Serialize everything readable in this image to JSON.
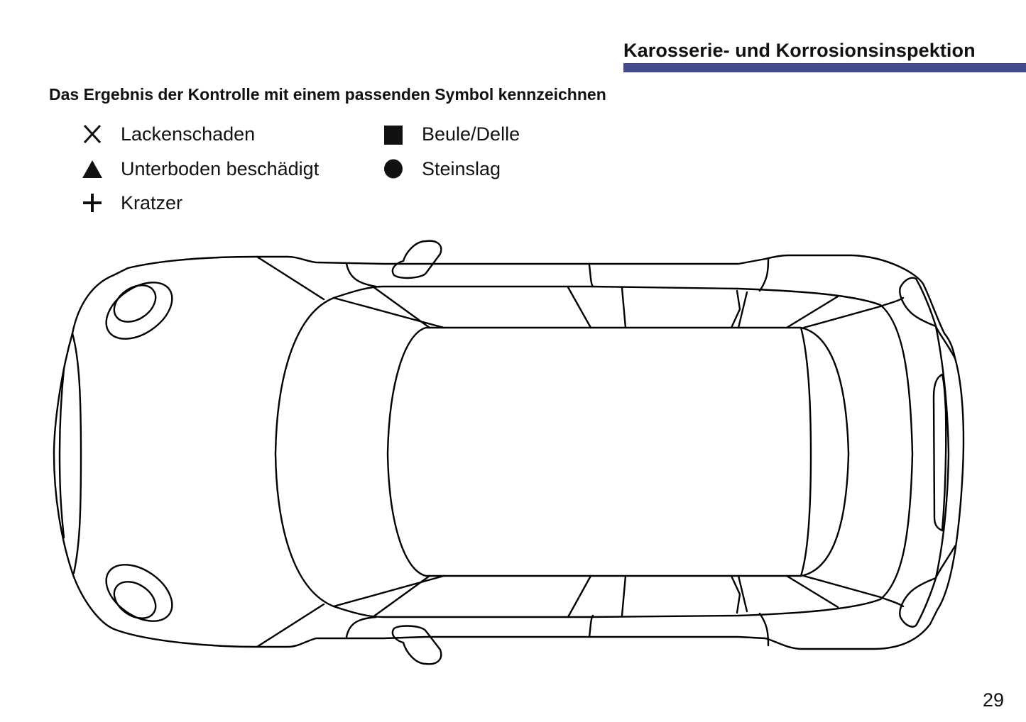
{
  "header": {
    "section_title": "Karosserie- und Korrosionsinspektion",
    "bar_color": "#434b8e"
  },
  "instruction": "Das Ergebnis der Kontrolle mit einem passenden Symbol kennzeichnen",
  "legend": [
    {
      "icon": "x-cross-icon",
      "label": "Lackenschaden"
    },
    {
      "icon": "triangle-icon",
      "label": "Unterboden beschädigt"
    },
    {
      "icon": "plus-icon",
      "label": "Kratzer"
    },
    {
      "icon": "square-icon",
      "label": "Beule/Delle"
    },
    {
      "icon": "circle-icon",
      "label": "Steinslag"
    }
  ],
  "diagram": {
    "view": "car top view outline",
    "line_color": "#000000"
  },
  "page_number": "29"
}
